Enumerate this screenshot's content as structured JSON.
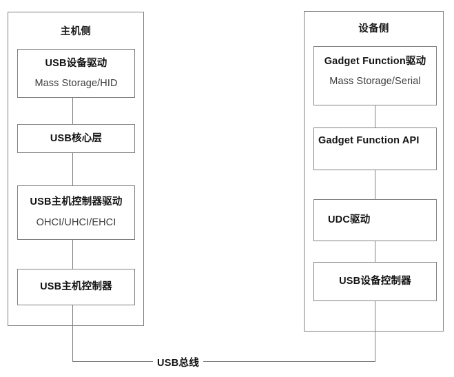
{
  "diagram": {
    "bus": {
      "label": "USB总线"
    },
    "columns": [
      {
        "id": "host",
        "title": "主机侧",
        "nodes": [
          {
            "id": "usb-device-driver",
            "title": "USB设备驱动",
            "subtitle": "Mass Storage/HID"
          },
          {
            "id": "usb-core-layer",
            "title": "USB核心层",
            "subtitle": ""
          },
          {
            "id": "usb-host-controller-driver",
            "title": "USB主机控制器驱动",
            "subtitle": "OHCI/UHCI/EHCI"
          },
          {
            "id": "usb-host-controller",
            "title": "USB主机控制器",
            "subtitle": ""
          }
        ]
      },
      {
        "id": "device",
        "title": "设备侧",
        "nodes": [
          {
            "id": "gadget-function-driver",
            "title": "Gadget Function驱动",
            "subtitle": "Mass Storage/Serial"
          },
          {
            "id": "gadget-function-api",
            "title": "Gadget Function API",
            "subtitle": ""
          },
          {
            "id": "udc-driver",
            "title": "UDC驱动",
            "subtitle": ""
          },
          {
            "id": "usb-device-controller",
            "title": "USB设备控制器",
            "subtitle": ""
          }
        ]
      }
    ],
    "colors": {
      "stroke": "#7f7f7f",
      "node_stroke": "#808080",
      "text": "#121212",
      "subtext": "#3c3c3c",
      "background": "#ffffff"
    }
  }
}
